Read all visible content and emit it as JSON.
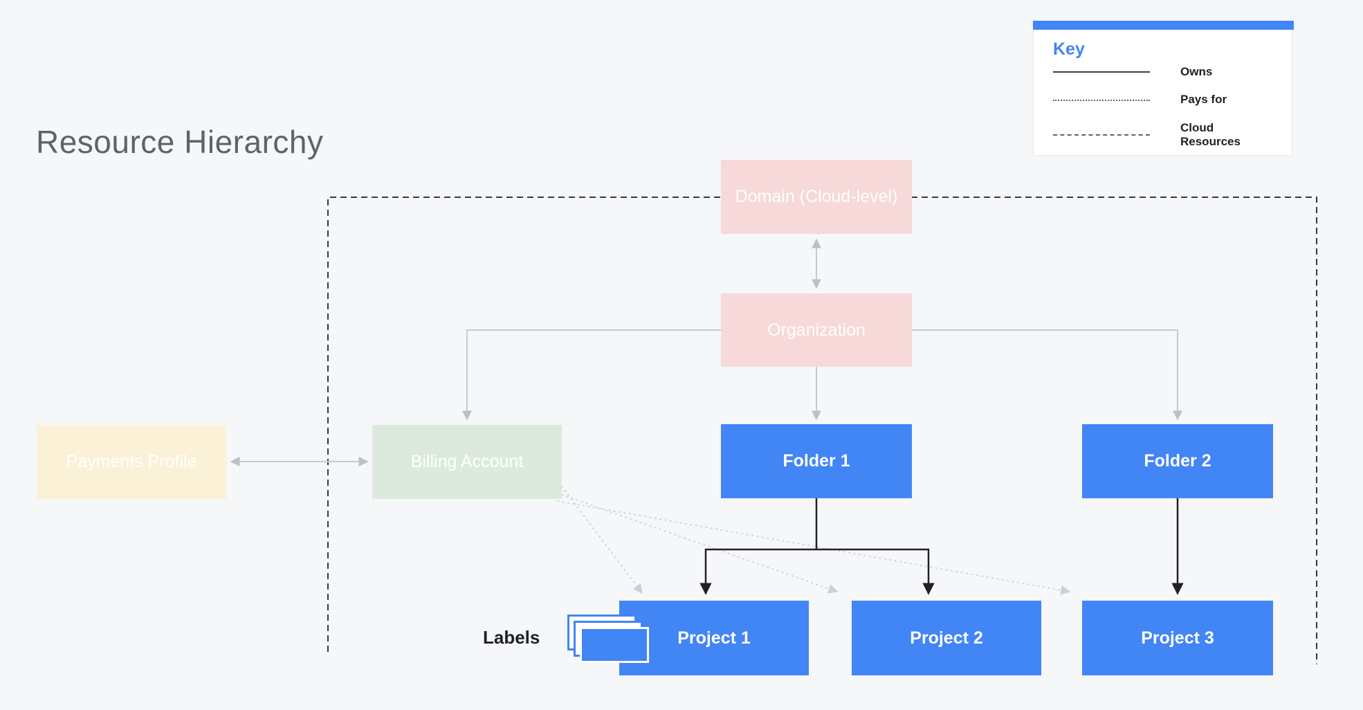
{
  "page": {
    "title": "Resource Hierarchy"
  },
  "colors": {
    "background": "#f5f7f9",
    "accent_blue": "#4285f4",
    "node_pink": "#f6d9d8",
    "node_cream": "#fbf1d6",
    "node_green": "#dceadd",
    "gray_connector": "#c6cacd",
    "dark_connector": "#212124"
  },
  "legend": {
    "title": "Key",
    "items": [
      {
        "style": "solid",
        "label": "Owns"
      },
      {
        "style": "dotted",
        "label": "Pays for"
      },
      {
        "style": "dashed",
        "label": "Cloud Resources"
      }
    ]
  },
  "nodes": {
    "domain": {
      "label": "Domain (Cloud-level)",
      "type": "pink"
    },
    "organization": {
      "label": "Organization",
      "type": "pink"
    },
    "payments_profile": {
      "label": "Payments Profile",
      "type": "cream"
    },
    "billing_account": {
      "label": "Billing Account",
      "type": "green"
    },
    "folder_1": {
      "label": "Folder 1",
      "type": "blue"
    },
    "folder_2": {
      "label": "Folder 2",
      "type": "blue"
    },
    "project_1": {
      "label": "Project 1",
      "type": "blue"
    },
    "project_2": {
      "label": "Project 2",
      "type": "blue"
    },
    "project_3": {
      "label": "Project 3",
      "type": "blue"
    }
  },
  "annotations": {
    "labels": "Labels"
  },
  "edges": [
    {
      "from": "domain",
      "to": "organization",
      "style": "owns",
      "bidirectional": true
    },
    {
      "from": "organization",
      "to": "billing_account",
      "style": "owns"
    },
    {
      "from": "organization",
      "to": "folder_1",
      "style": "owns"
    },
    {
      "from": "organization",
      "to": "folder_2",
      "style": "owns"
    },
    {
      "from": "payments_profile",
      "to": "billing_account",
      "style": "owns",
      "bidirectional": true
    },
    {
      "from": "folder_1",
      "to": "project_1",
      "style": "owns"
    },
    {
      "from": "folder_1",
      "to": "project_2",
      "style": "owns"
    },
    {
      "from": "folder_2",
      "to": "project_3",
      "style": "owns"
    },
    {
      "from": "billing_account",
      "to": "project_1",
      "style": "pays_for"
    },
    {
      "from": "billing_account",
      "to": "project_2",
      "style": "pays_for"
    },
    {
      "from": "billing_account",
      "to": "project_3",
      "style": "pays_for"
    }
  ]
}
